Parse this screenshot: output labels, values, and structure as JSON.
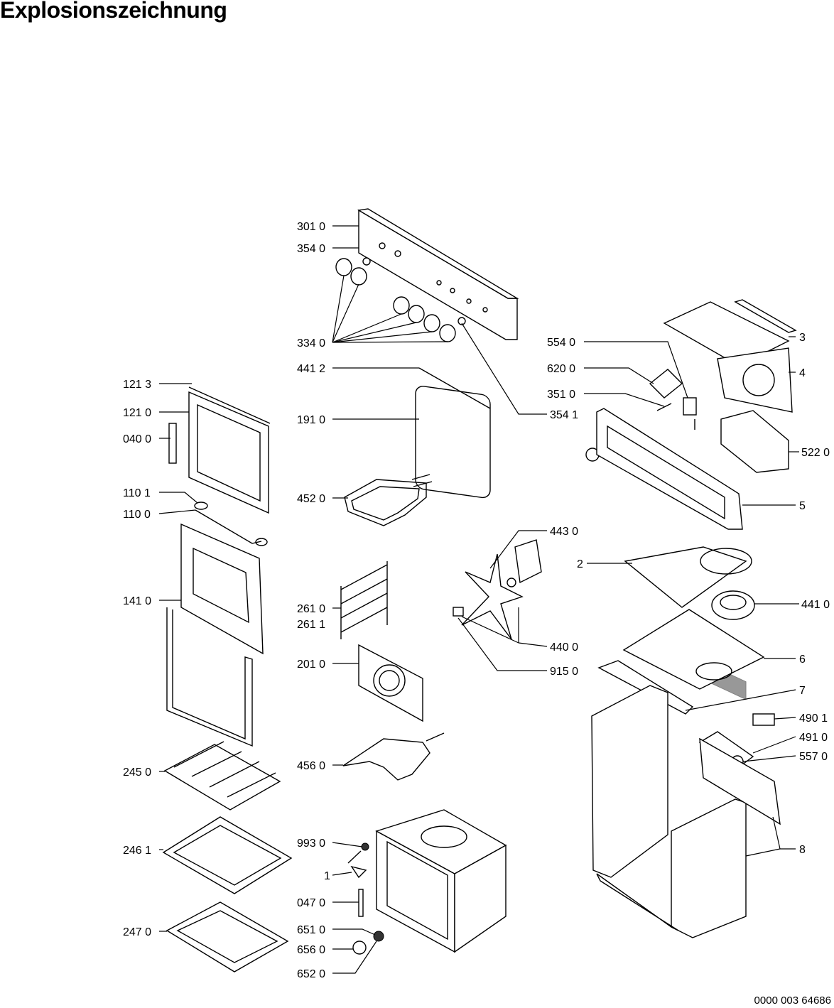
{
  "title": "Explosionszeichnung",
  "document_number": "0000 003 64686",
  "part_labels": [
    "301 0",
    "354 0",
    "334 0",
    "441 2",
    "354 1",
    "191 0",
    "452 0",
    "121 3",
    "121 0",
    "040 0",
    "110 1",
    "110 0",
    "141 0",
    "261 0",
    "261 1",
    "201 0",
    "456 0",
    "245 0",
    "246 1",
    "247 0",
    "993 0",
    "1",
    "047 0",
    "651 0",
    "656 0",
    "652 0",
    "443 0",
    "440 0",
    "915 0",
    "3",
    "4",
    "554 0",
    "620 0",
    "351 0",
    "522 0",
    "5",
    "2",
    "441 0",
    "6",
    "7",
    "490 1",
    "491 0",
    "557 0",
    "8"
  ]
}
